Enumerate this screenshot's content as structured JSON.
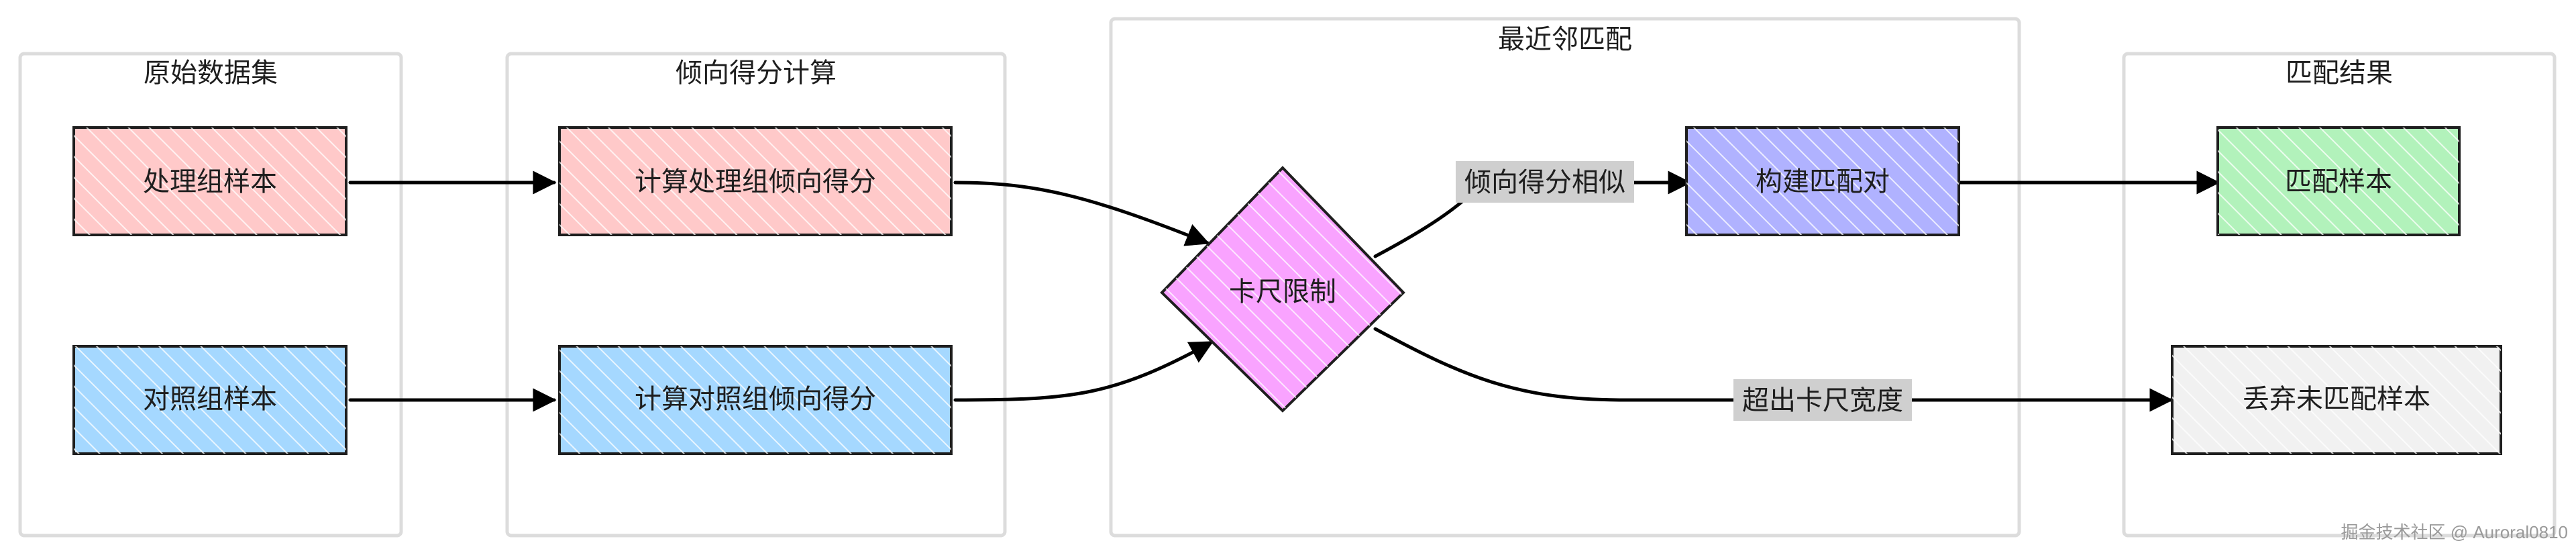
{
  "groups": {
    "raw": {
      "title": "原始数据集"
    },
    "score": {
      "title": "倾向得分计算"
    },
    "nearest": {
      "title": "最近邻匹配"
    },
    "result": {
      "title": "匹配结果"
    }
  },
  "nodes": {
    "treatment_sample": {
      "label": "处理组样本",
      "fill": "#ffc9c9",
      "stroke": "#1e1e1e"
    },
    "control_sample": {
      "label": "对照组样本",
      "fill": "#a5d8ff",
      "stroke": "#1e1e1e"
    },
    "calc_treatment": {
      "label": "计算处理组倾向得分",
      "fill": "#ffc9c9",
      "stroke": "#1e1e1e"
    },
    "calc_control": {
      "label": "计算对照组倾向得分",
      "fill": "#a5d8ff",
      "stroke": "#1e1e1e"
    },
    "caliper": {
      "label": "卡尺限制",
      "fill": "#f9a3ff",
      "stroke": "#1e1e1e"
    },
    "build_pairs": {
      "label": "构建匹配对",
      "fill": "#b0b2ff",
      "stroke": "#1e1e1e"
    },
    "matched_samples": {
      "label": "匹配样本",
      "fill": "#b2f2bb",
      "stroke": "#1e1e1e"
    },
    "discard": {
      "label": "丢弃未匹配样本",
      "fill": "#f1f1f1",
      "stroke": "#1e1e1e"
    }
  },
  "edges": {
    "similar": {
      "label": "倾向得分相似"
    },
    "exceed": {
      "label": "超出卡尺宽度"
    }
  },
  "watermark": "掘金技术社区 @ Auroral0810",
  "colors": {
    "group_border": "#dcdcdc",
    "edge": "#000000",
    "edge_label_bg": "#cfcfcf"
  }
}
